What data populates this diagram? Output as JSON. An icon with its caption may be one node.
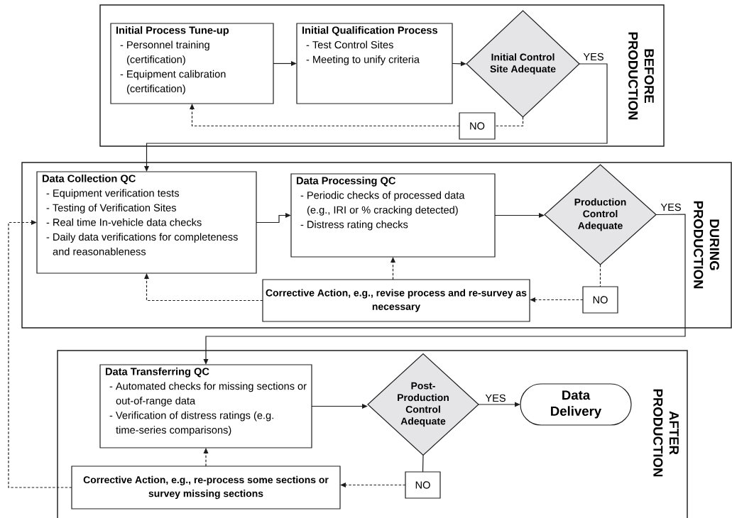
{
  "diagram": {
    "nodes": [
      {
        "text": [
          "BEFORE PRODUCTION"
        ]
      },
      {
        "text": [
          "Initial Process Tune-up",
          "- Personnel training (certification)",
          "- Equipment calibration (certification)"
        ],
        "in": 0
      },
      {
        "text": [
          "Initial Qualification Process",
          "- Test Control Sites",
          "- Meeting to unify criteria"
        ],
        "in": 0
      },
      {
        "text": [
          "Initial Control Site Adequate"
        ],
        "in": 0
      },
      {
        "text": [
          "NO"
        ],
        "in": 0
      },
      {
        "text": [
          "DURING PRODUCTION"
        ]
      },
      {
        "text": [
          "Data Collection QC",
          "- Equipment verification tests",
          "- Testing of Verification Sites",
          "- Real time In-vehicle data checks",
          "- Daily data verifications for completeness and reasonableness"
        ],
        "in": 5
      },
      {
        "text": [
          "Data Processing QC",
          "- Periodic checks of processed data (e.g., IRI or % cracking detected)",
          "- Distress rating checks"
        ],
        "in": 5
      },
      {
        "text": [
          "Production Control Adequate"
        ],
        "in": 5
      },
      {
        "text": [
          "Corrective Action, e.g., revise process and re-survey as necessary"
        ],
        "in": 5
      },
      {
        "text": [
          "NO"
        ],
        "in": 5
      },
      {
        "text": [
          "AFTER PRODUCTION"
        ]
      },
      {
        "text": [
          "Data Transferring QC",
          "- Automated checks for missing sections or out-of-range data",
          "- Verification of distress ratings (e.g. time-series comparisons)"
        ],
        "in": 11
      },
      {
        "text": [
          "Post-Production Control Adequate"
        ],
        "in": 11
      },
      {
        "text": [
          "Data Delivery"
        ],
        "in": 11
      },
      {
        "text": [
          "Corrective Action, e.g., re-process some sections or survey missing sections"
        ],
        "in": 11
      },
      {
        "text": [
          "NO"
        ],
        "in": 11
      }
    ],
    "edges": [
      {
        "from": 1,
        "to": 2,
        "arrow": "to"
      },
      {
        "from": 2,
        "to": 3,
        "arrow": "to"
      },
      {
        "from": 3,
        "to": 4,
        "arrow": "none",
        "style": "dashed"
      },
      {
        "from": 4,
        "to": 1,
        "arrow": "to",
        "style": "dashed"
      },
      {
        "from": 3,
        "to": 6,
        "arrow": "to",
        "label": "YES"
      },
      {
        "from": 6,
        "to": 7,
        "arrow": "to"
      },
      {
        "from": 7,
        "to": 8,
        "arrow": "to"
      },
      {
        "from": 8,
        "to": 10,
        "arrow": "none",
        "style": "dashed"
      },
      {
        "from": 10,
        "to": 9,
        "arrow": "to",
        "style": "dashed"
      },
      {
        "from": 9,
        "to": 6,
        "arrow": "to",
        "style": "dashed"
      },
      {
        "from": 9,
        "to": 7,
        "arrow": "to",
        "style": "dashed"
      },
      {
        "from": 8,
        "to": 12,
        "arrow": "to",
        "label": "YES"
      },
      {
        "from": 12,
        "to": 13,
        "arrow": "to"
      },
      {
        "from": 13,
        "to": 14,
        "arrow": "to",
        "label": "YES"
      },
      {
        "from": 13,
        "to": 16,
        "arrow": "none"
      },
      {
        "from": 16,
        "to": 15,
        "arrow": "to",
        "style": "dashed"
      },
      {
        "from": 15,
        "to": 12,
        "arrow": "to",
        "style": "dashed"
      },
      {
        "from": 15,
        "to": 6,
        "arrow": "to",
        "style": "dashed"
      }
    ]
  }
}
